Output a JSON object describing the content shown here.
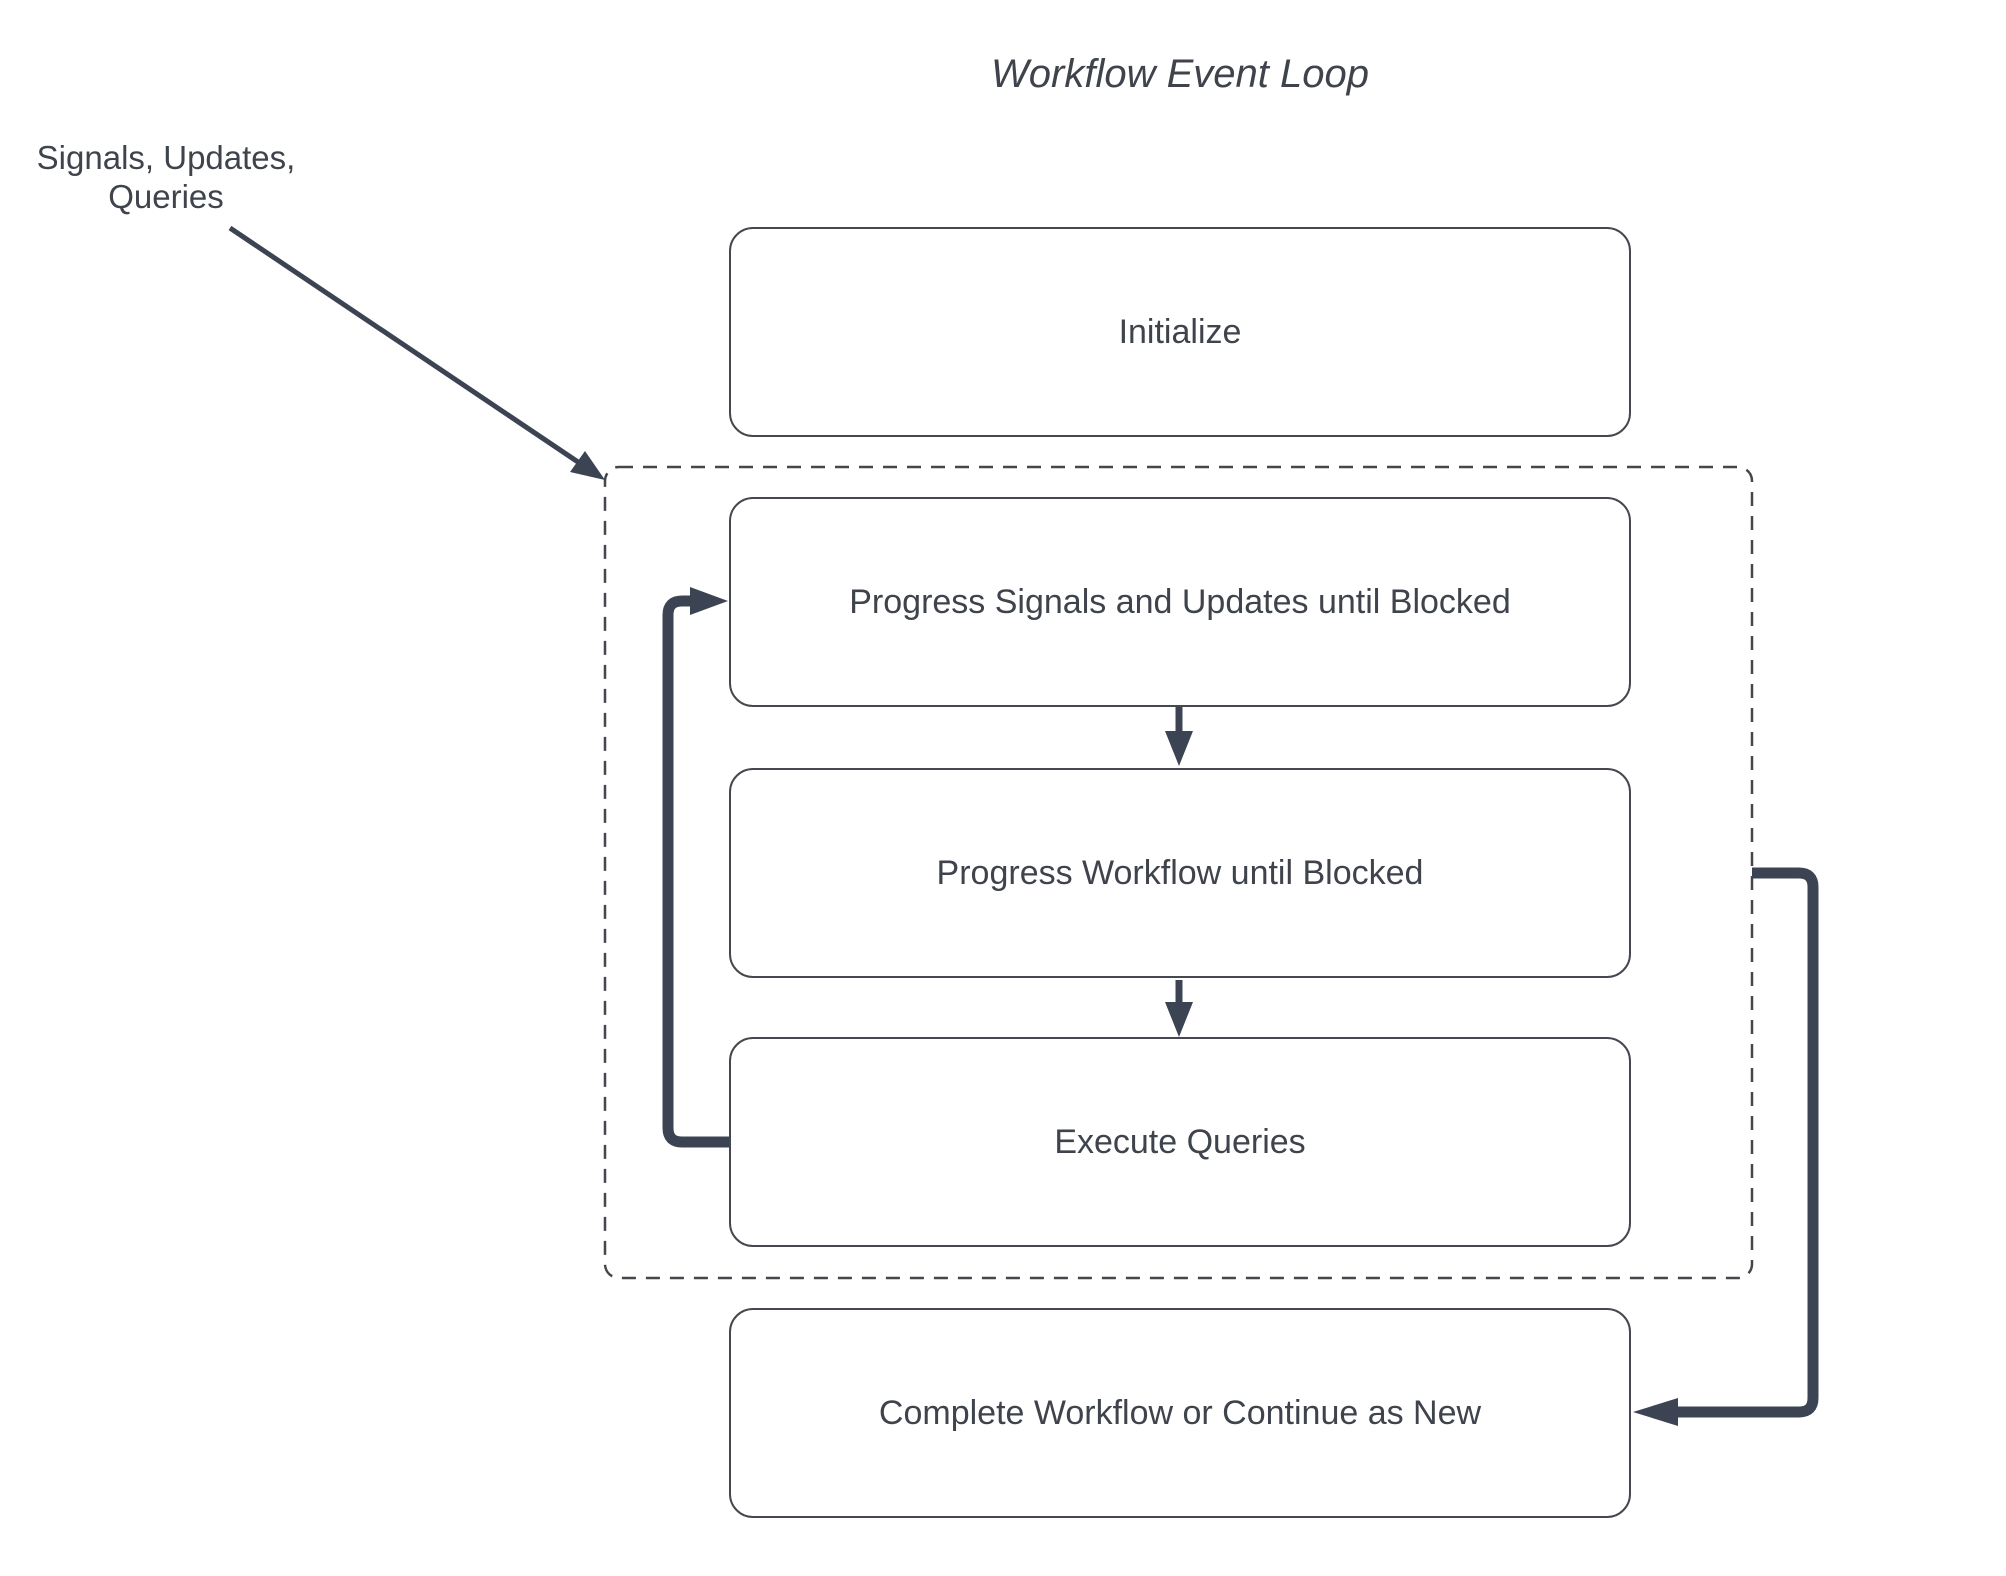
{
  "title": "Workflow Event Loop",
  "external_input": {
    "line1": "Signals, Updates,",
    "line2": "Queries"
  },
  "nodes": {
    "initialize": {
      "label": "Initialize"
    },
    "progress_signals": {
      "label": "Progress Signals and Updates until Blocked"
    },
    "progress_workflow": {
      "label": "Progress Workflow until Blocked"
    },
    "execute_queries": {
      "label": "Execute Queries"
    },
    "complete": {
      "label": "Complete Workflow or Continue as New"
    }
  },
  "colors": {
    "bg": "#ffffff",
    "text": "#3f434c",
    "border": "#45484e",
    "line": "#3c4453",
    "dash": "#44474c"
  }
}
